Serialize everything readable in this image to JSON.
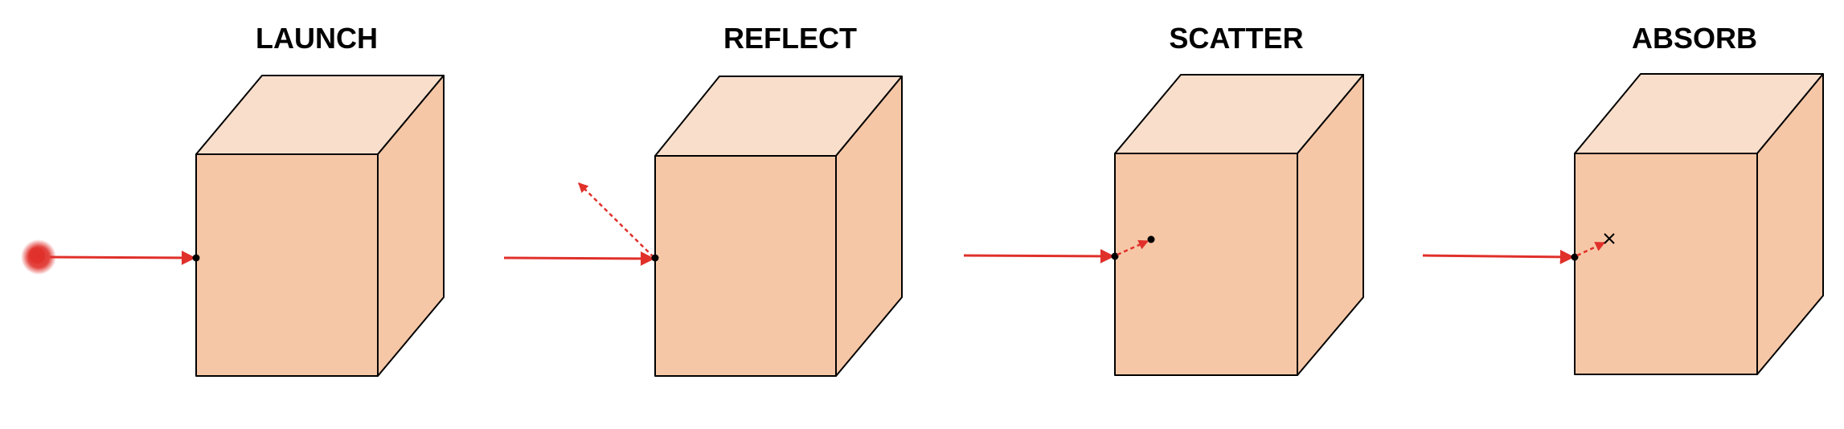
{
  "panels": [
    {
      "title": "LAUNCH",
      "event": "launch"
    },
    {
      "title": "REFLECT",
      "event": "reflect"
    },
    {
      "title": "SCATTER",
      "event": "scatter"
    },
    {
      "title": "ABSORB",
      "event": "absorb"
    }
  ],
  "colors": {
    "cube_top": "#f9dfcb",
    "cube_front": "#f6c7a6",
    "cube_side": "#f6c7a6",
    "ray": "#e0302a",
    "photon": "#e0302a",
    "edge": "#000000",
    "title": "#000000"
  }
}
